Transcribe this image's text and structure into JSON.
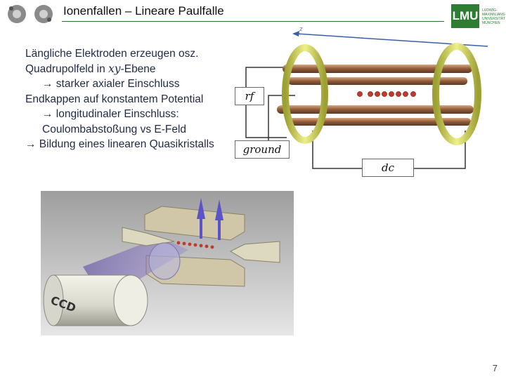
{
  "header": {
    "title": "Ionenfallen – Lineare Paulfalle",
    "lmu_logo": "LMU",
    "lmu_subtext": "LUDWIG-MAXIMILIANS-UNIVERSITÄT MÜNCHEN"
  },
  "bullets": [
    {
      "text": "Längliche Elektroden erzeugen osz.",
      "indent": false
    },
    {
      "text_before": "Quadrupolfeld in ",
      "italic": "xy",
      "text_after": "-Ebene",
      "indent": false
    },
    {
      "text": "→ starker axialer Einschluss",
      "indent": true
    },
    {
      "text": "Endkappen auf konstantem Potential",
      "indent": false
    },
    {
      "text": "→ longitudinaler Einschluss:",
      "indent": true
    },
    {
      "text": "Coulombabstoßung vs E-Feld",
      "indent": true
    },
    {
      "text": "→ Bildung eines linearen Quasikristalls",
      "indent": false
    }
  ],
  "diagram": {
    "rf_label": "rf",
    "ground_label": "ground",
    "dc_label": "dc",
    "axis_label": "z"
  },
  "photo": {
    "ccd_label": "CCD"
  },
  "footer": {
    "page_number": "7"
  },
  "colors": {
    "accent_green": "#2e7d32",
    "text": "#1f2a44",
    "ring_yellow": "#d6d85a",
    "rod_copper": "#b07a55",
    "ion_red": "#c0392b"
  }
}
